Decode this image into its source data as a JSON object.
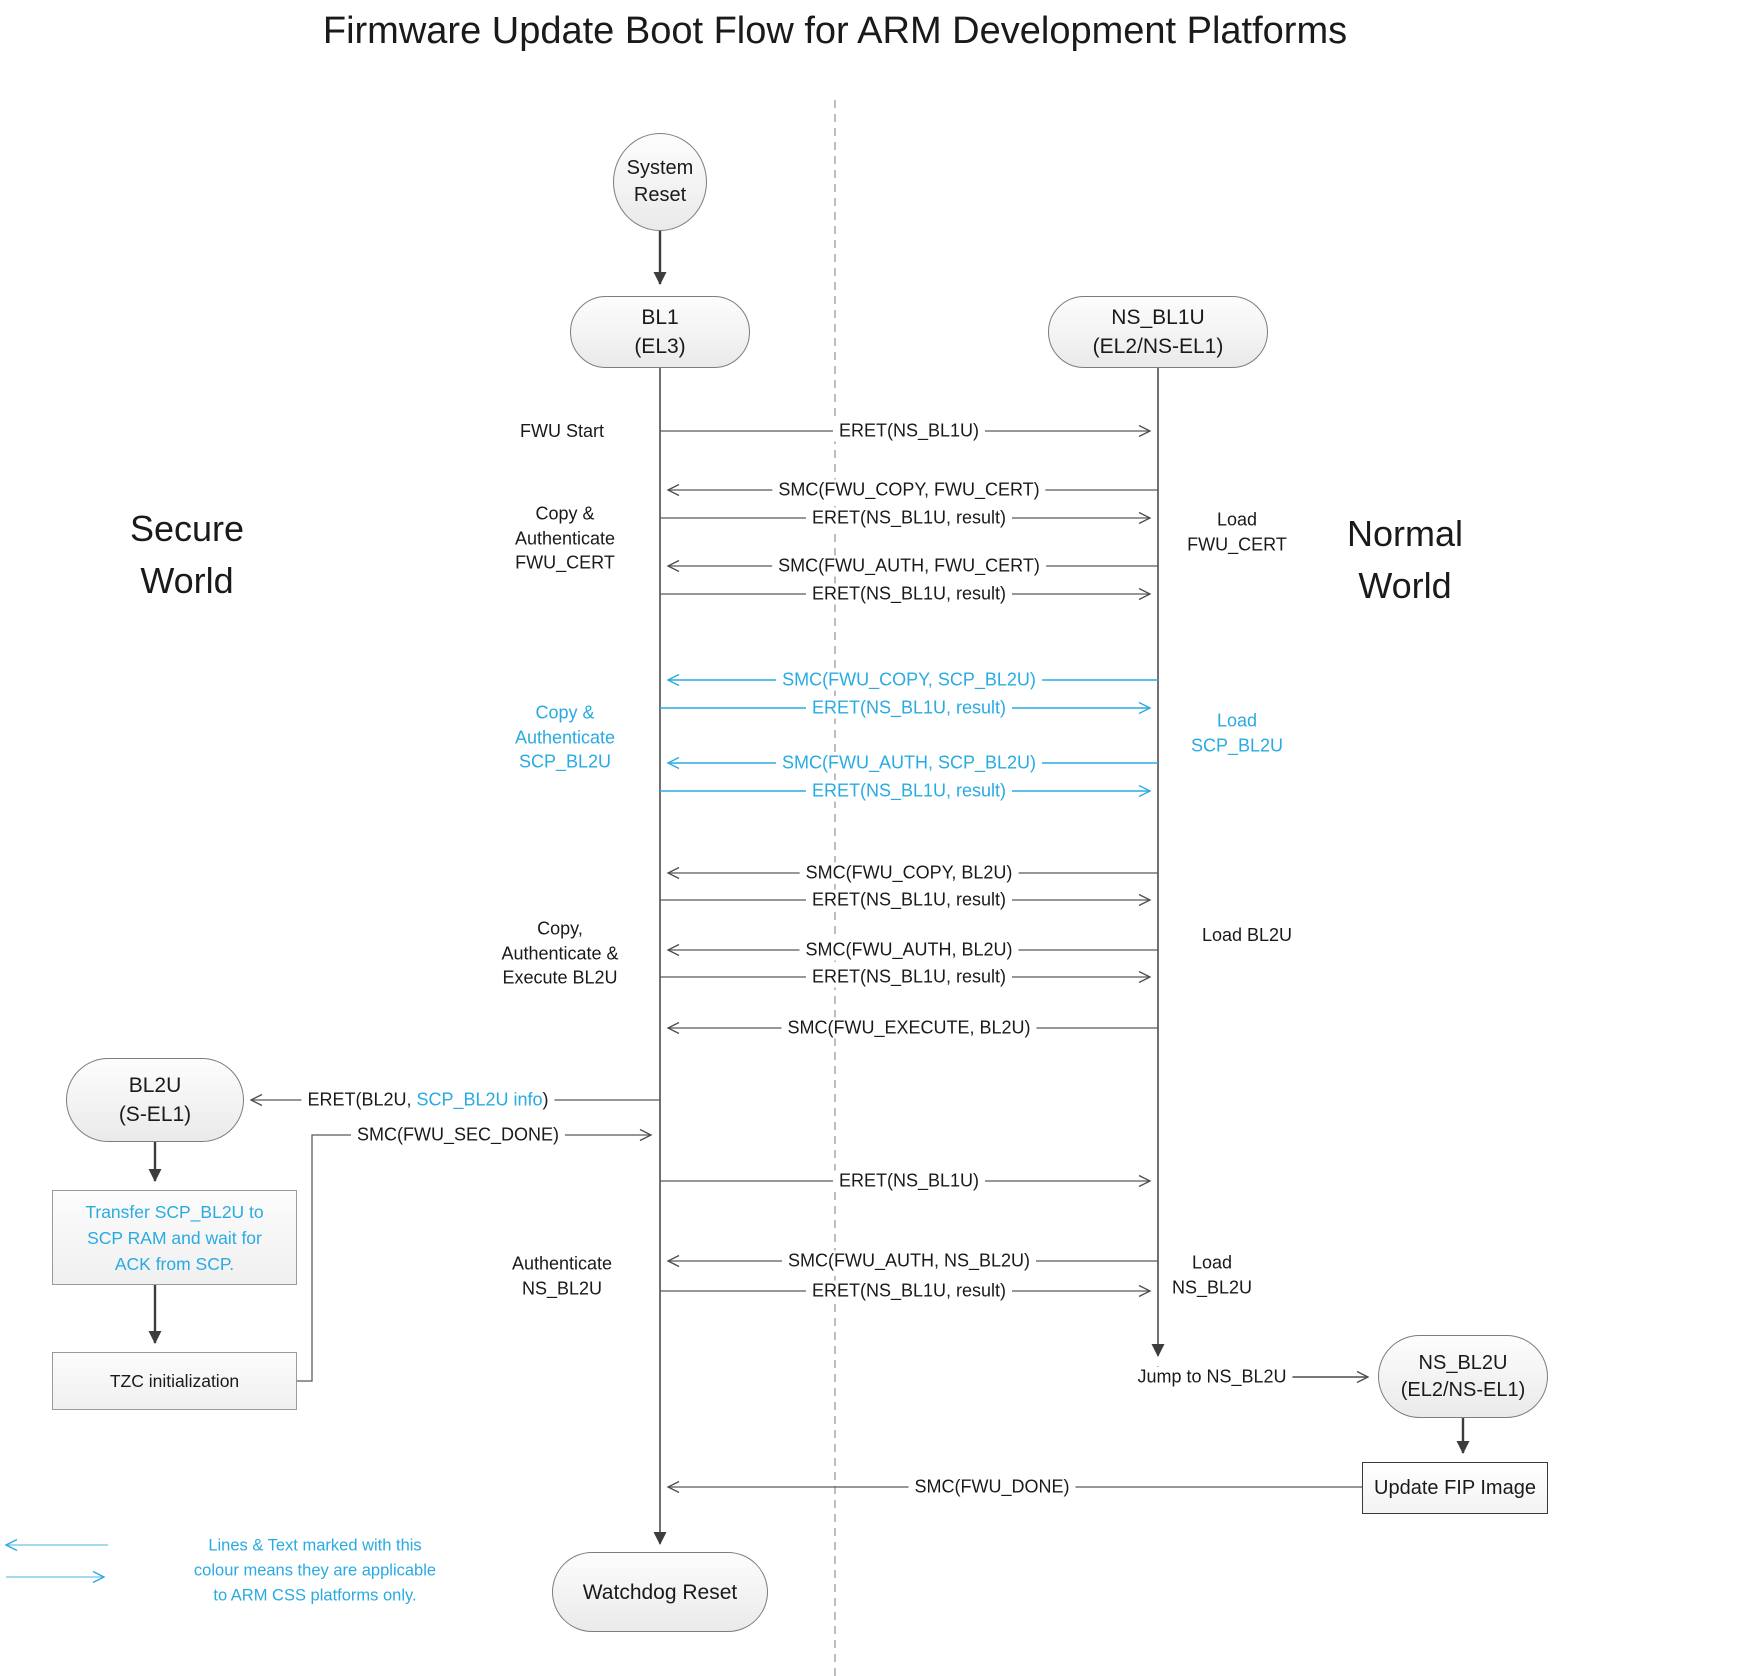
{
  "title": "Firmware Update Boot Flow for ARM Development Platforms",
  "colors": {
    "highlight_blue": "#29ABE2",
    "line_gray": "#595959",
    "flow_dark": "#3d3d3d"
  },
  "worlds": {
    "secure": [
      "Secure",
      "World"
    ],
    "normal": [
      "Normal",
      "World"
    ]
  },
  "nodes": {
    "system_reset": [
      "System",
      "Reset"
    ],
    "bl1": [
      "BL1",
      "(EL3)"
    ],
    "ns_bl1u": [
      "NS_BL1U",
      "(EL2/NS-EL1)"
    ],
    "bl2u": [
      "BL2U",
      "(S-EL1)"
    ],
    "ns_bl2u": [
      "NS_BL2U",
      "(EL2/NS-EL1)"
    ],
    "watchdog_reset": [
      "Watchdog Reset"
    ],
    "transfer_scp": [
      "Transfer SCP_BL2U to",
      "SCP RAM and wait for",
      "ACK from SCP."
    ],
    "tzc_init": [
      "TZC initialization"
    ],
    "update_fip": [
      "Update FIP Image"
    ]
  },
  "messages": {
    "eret_ns_bl1u_start": "ERET(NS_BL1U)",
    "smc_fwu_copy_fwu_cert": "SMC(FWU_COPY, FWU_CERT)",
    "eret_result_1": "ERET(NS_BL1U, result)",
    "smc_fwu_auth_fwu_cert": "SMC(FWU_AUTH, FWU_CERT)",
    "eret_result_2": "ERET(NS_BL1U, result)",
    "smc_fwu_copy_scp_bl2u": "SMC(FWU_COPY, SCP_BL2U)",
    "eret_result_3": "ERET(NS_BL1U, result)",
    "smc_fwu_auth_scp_bl2u": "SMC(FWU_AUTH, SCP_BL2U)",
    "eret_result_4": "ERET(NS_BL1U, result)",
    "smc_fwu_copy_bl2u": "SMC(FWU_COPY, BL2U)",
    "eret_result_5": "ERET(NS_BL1U, result)",
    "smc_fwu_auth_bl2u": "SMC(FWU_AUTH, BL2U)",
    "eret_result_6": "ERET(NS_BL1U, result)",
    "smc_fwu_execute_bl2u": "SMC(FWU_EXECUTE, BL2U)",
    "eret_bl2u_pre": "ERET(BL2U, ",
    "eret_bl2u_info": "SCP_BL2U info",
    "eret_bl2u_post": ")",
    "smc_fwu_sec_done": "SMC(FWU_SEC_DONE)",
    "eret_ns_bl1u_2": "ERET(NS_BL1U)",
    "smc_fwu_auth_ns_bl2u": "SMC(FWU_AUTH, NS_BL2U)",
    "eret_result_7": "ERET(NS_BL1U, result)",
    "jump_to_ns_bl2u": "Jump to NS_BL2U",
    "smc_fwu_done": "SMC(FWU_DONE)"
  },
  "side_labels": {
    "fwu_start": [
      "FWU Start"
    ],
    "copy_auth_fwu_cert": [
      "Copy &",
      "Authenticate",
      "FWU_CERT"
    ],
    "copy_auth_scp_bl2u": [
      "Copy &",
      "Authenticate",
      "SCP_BL2U"
    ],
    "copy_auth_exec_bl2u": [
      "Copy,",
      "Authenticate &",
      "Execute BL2U"
    ],
    "auth_ns_bl2u": [
      "Authenticate",
      "NS_BL2U"
    ],
    "load_fwu_cert": [
      "Load",
      "FWU_CERT"
    ],
    "load_scp_bl2u": [
      "Load",
      "SCP_BL2U"
    ],
    "load_bl2u": [
      "Load BL2U"
    ],
    "load_ns_bl2u": [
      "Load",
      "NS_BL2U"
    ]
  },
  "legend": {
    "lines": [
      "Lines & Text marked with this",
      "colour means they are applicable",
      "to ARM CSS platforms only."
    ]
  }
}
